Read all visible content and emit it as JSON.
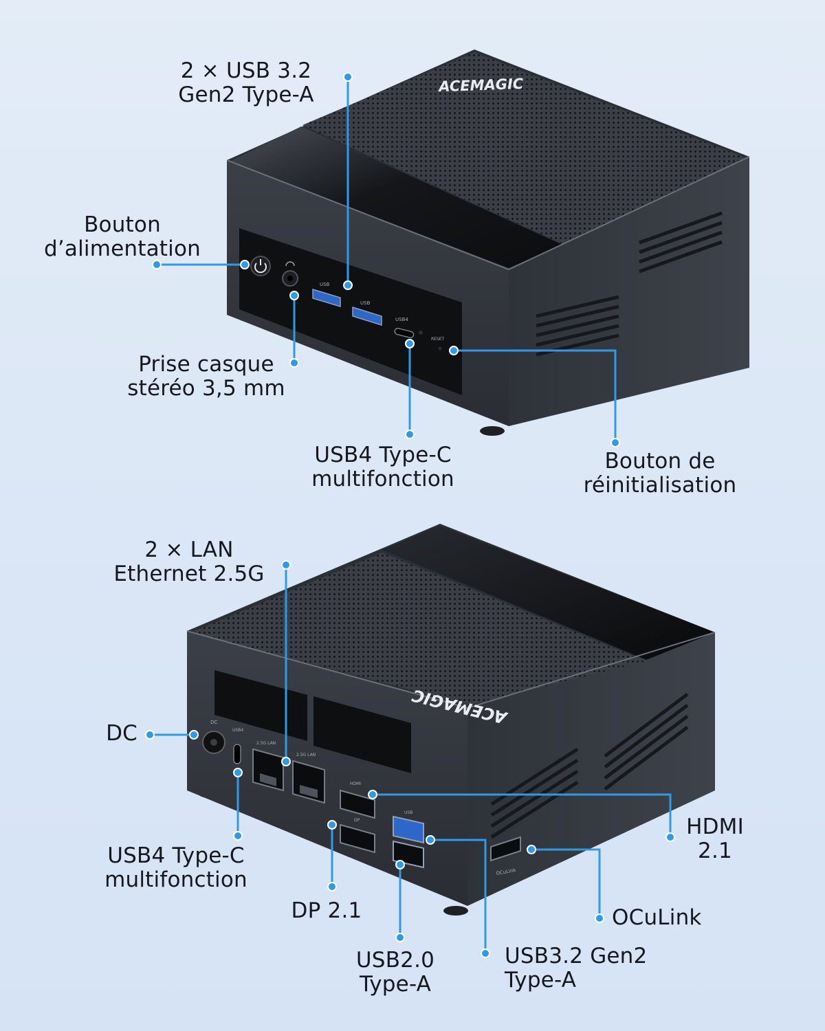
{
  "brand": "ACEMAGIC",
  "accent_color": "#2f9be8",
  "front_view": {
    "port_marks": {
      "usb_a_1": "USB",
      "usb_a_2": "USB",
      "usb4": "USB4",
      "reset": "RESET"
    },
    "callouts": {
      "usb32": [
        "2 × USB 3.2",
        "Gen2 Type-A"
      ],
      "power": [
        "Bouton",
        "d’alimentation"
      ],
      "audio": [
        "Prise casque",
        "stéréo 3,5 mm"
      ],
      "usb4": [
        "USB4 Type-C",
        "multifonction"
      ],
      "reset": [
        "Bouton de",
        "réinitialisation"
      ]
    }
  },
  "rear_view": {
    "port_marks": {
      "dc": "DC",
      "usb4": "USB4",
      "lan_1": "2.5G LAN",
      "lan_2": "2.5G LAN",
      "hdmi": "HDMI",
      "dp": "DP",
      "usb": "USB",
      "oculink": "OCuLink"
    },
    "callouts": {
      "lan": [
        "2 × LAN",
        "Ethernet 2.5G"
      ],
      "dc": [
        "DC"
      ],
      "usb4": [
        "USB4 Type-C",
        "multifonction"
      ],
      "dp": [
        "DP 2.1"
      ],
      "usb20": [
        "USB2.0",
        "Type-A"
      ],
      "usb32": [
        "USB3.2 Gen2",
        "Type-A"
      ],
      "oculink": [
        "OCuLink"
      ],
      "hdmi": [
        "HDMI",
        "2.1"
      ]
    }
  }
}
